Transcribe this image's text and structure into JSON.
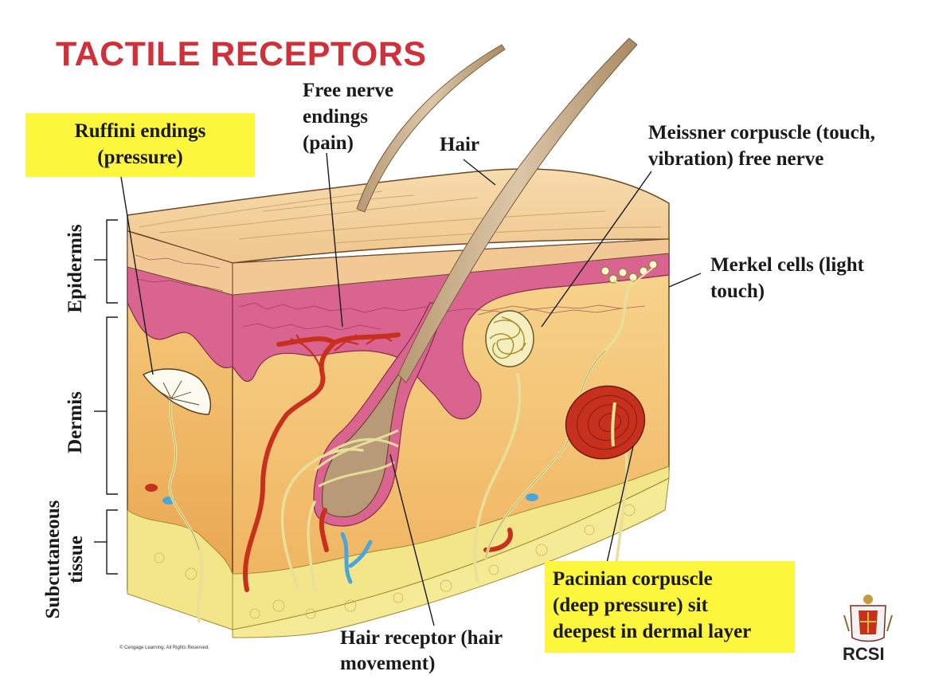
{
  "title": "TACTILE RECEPTORS",
  "labels": {
    "ruffini": [
      "Ruffini endings",
      "(pressure)"
    ],
    "free_nerve": [
      "Free nerve",
      "endings",
      "(pain)"
    ],
    "hair": "Hair",
    "meissner": [
      "Meissner corpuscle (touch,",
      "vibration) free nerve"
    ],
    "merkel": [
      "Merkel cells (light",
      "touch)"
    ],
    "pacinian": [
      "Pacinian corpuscle",
      "(deep pressure) sit",
      "deepest in dermal layer"
    ],
    "hair_receptor": [
      "Hair receptor (hair",
      "movement)"
    ]
  },
  "layers": {
    "epidermis": "Epidermis",
    "dermis": "Dermis",
    "subcutaneous": [
      "Subcutaneous",
      "tissue"
    ]
  },
  "copyright": "© Cengage Learning. All Rights Reserved.",
  "logo_text": "RCSI",
  "colors": {
    "title": "#d0303a",
    "highlight_box": "#fcf73c",
    "epidermis": "#f4cf9a",
    "stratum": "#d0588a",
    "dermis": "#f4c77a",
    "subcutaneous": "#f3e68a",
    "artery": "#c8301e",
    "vein": "#4aa6d8"
  }
}
